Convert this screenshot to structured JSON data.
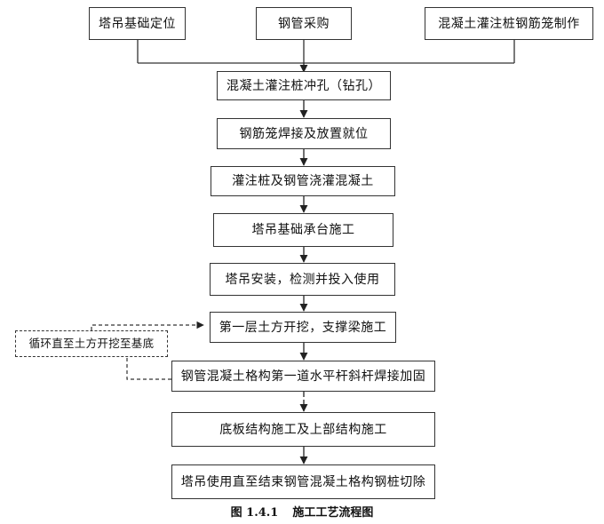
{
  "top_boxes": [
    "塔吊基础定位",
    "钢管采购",
    "混凝土灌注桩钢筋笼制作"
  ],
  "steps": [
    "混凝土灌注桩冲孔（钻孔）",
    "钢筋笼焊接及放置就位",
    "灌注桩及钢管浇灌混凝土",
    "塔吊基础承台施工",
    "塔吊安装，检测并投入使用",
    "第一层土方开挖，支撑梁施工",
    "钢管混凝土格构第一道水平杆斜杆焊接加固",
    "底板结构施工及上部结构施工",
    "塔吊使用直至结束钢管混凝土格构钢桩切除"
  ],
  "loop_note": "循环直至土方开挖至基底",
  "caption": {
    "number": "图 1.4.1",
    "title": "施工工艺流程图"
  }
}
